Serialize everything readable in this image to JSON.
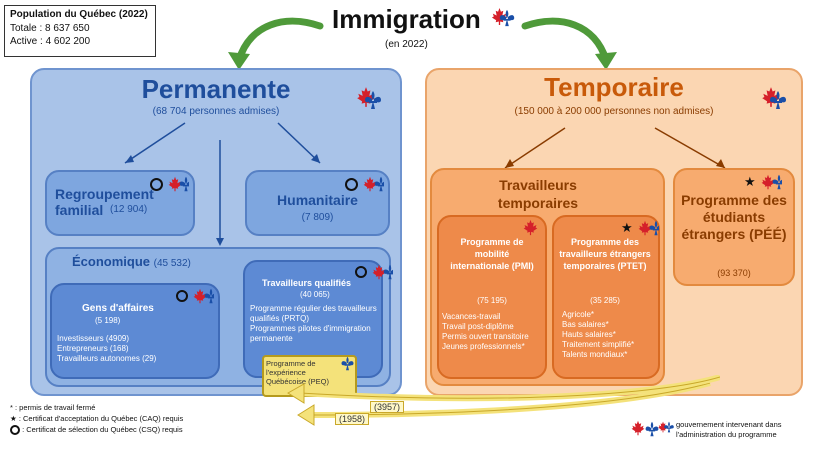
{
  "population": {
    "title": "Population du Québec (2022)",
    "total": "Totale : 8 637 650",
    "active": "Active : 4 602 200"
  },
  "header": {
    "title": "Immigration",
    "subtitle": "(en 2022)"
  },
  "permanente": {
    "title": "Permanente",
    "subtitle": "(68 704 personnes admises)",
    "regroupement": {
      "label": "Regroupement familial",
      "count": "(12 904)"
    },
    "humanitaire": {
      "label": "Humanitaire",
      "count": "(7 809)"
    },
    "economique": {
      "label": "Économique",
      "count": "(45 532)"
    },
    "gens_affaires": {
      "title": "Gens d'affaires",
      "count": "(5 198)",
      "items": [
        "Investisseurs (4909)",
        "Entrepreneurs (168)",
        "Travailleurs autonomes (29)"
      ]
    },
    "travailleurs_qualifies": {
      "title": "Travailleurs qualifiés",
      "count": "(40 065)",
      "items": [
        "Programme régulier des travailleurs qualifiés (PRTQ)",
        "Programmes pilotes d'immigration permanente"
      ]
    },
    "peq": {
      "label": "Programme de l'expérience Québécoise (PEQ)"
    }
  },
  "temporaire": {
    "title": "Temporaire",
    "subtitle": "(150 000 à 200 000 personnes non admises)",
    "travailleurs": {
      "label": "Travailleurs temporaires"
    },
    "pmi": {
      "title": "Programme de mobilité internationale (PMI)",
      "count": "(75 195)",
      "items": [
        "Vacances-travail",
        "Travail post-diplôme",
        "Permis ouvert transitoire",
        "Jeunes professionnels*"
      ]
    },
    "ptet": {
      "title": "Programme des travailleurs étrangers temporaires (PTET)",
      "count": "(35 285)",
      "items": [
        "Agricole*",
        "Bas salaires*",
        "Hauts salaires*",
        "Traitement simplifié*",
        "Talents mondiaux*"
      ]
    },
    "pee": {
      "title": "Programme des étudiants étrangers (PÉÉ)",
      "count": "(93 370)"
    }
  },
  "flows": {
    "a": "(3957)",
    "b": "(1958)"
  },
  "legend": {
    "star1": "* : permis de travail fermé",
    "star2": ": Certificat d'acceptation du Québec (CAQ) requis",
    "circle": ": Certificat de sélection du Québec (CSQ) requis",
    "gov": "gouvernement intervenant dans l'administration du programme"
  },
  "colors": {
    "quebec_blue": "#1a4fa8",
    "canada_red": "#d5202a",
    "perm_bg": "#a9c3e8",
    "temp_bg": "#fbd6b2",
    "peq_yellow": "#f4e27a",
    "arrow_green": "#4f9a3a"
  },
  "icons": [
    "quebec-fleur-de-lis-icon",
    "canada-maple-leaf-icon",
    "star-icon",
    "circle-icon"
  ]
}
